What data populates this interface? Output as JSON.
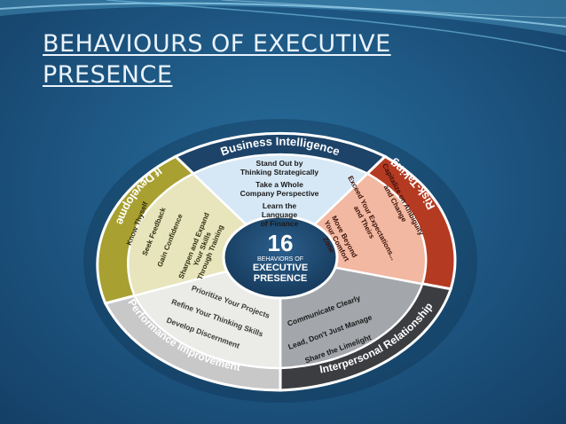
{
  "slide": {
    "title_line1": "BEHAVIOURS OF EXECUTIVE",
    "title_line2": "PRESENCE"
  },
  "center": {
    "number": "16",
    "line1": "BEHAVIORS OF",
    "line2": "EXECUTIVE",
    "line3": "PRESENCE"
  },
  "sectors": {
    "business_intelligence": {
      "label": "Business Intelligence",
      "items": [
        "Stand Out by",
        "Thinking Strategically",
        "Take a Whole",
        "Company Perspective",
        "Learn the",
        "Language",
        "of Finance"
      ]
    },
    "risk_taking": {
      "label": "Risk-Taking",
      "items": [
        "Capitalize on Ambiguity",
        "and Change",
        "Exceed Your Expectations...",
        "and Theirs",
        "Move Beyond",
        "Your Comfort",
        "Zone"
      ]
    },
    "interpersonal": {
      "label": "Interpersonal Relationship",
      "items": [
        "Communicate Clearly",
        "Lead, Don't Just Manage",
        "Share the Limelight"
      ]
    },
    "performance": {
      "label": "Performance Improvement",
      "items": [
        "Prioritize Your Projects",
        "Refine Your Thinking Skills",
        "Develop Discernment"
      ]
    },
    "self_development": {
      "label": "Self Development",
      "items": [
        "Know Thyself",
        "Seek Feedback",
        "Gain Confidence",
        "Sharpen and Expand",
        "Your Skills",
        "Through Training"
      ]
    }
  },
  "colors": {
    "business_intelligence_ring": "#1d4468",
    "business_intelligence_inner": "#d6e8f6",
    "risk_taking_ring": "#b53a22",
    "risk_taking_inner": "#f2b8a2",
    "interpersonal_ring": "#3b3d40",
    "interpersonal_inner": "#a3a7ab",
    "performance_ring": "#c8c8c8",
    "performance_inner": "#ebebe8",
    "self_development_ring": "#a8a030",
    "self_development_inner": "#e8e5bd",
    "center": "#1d4468"
  }
}
